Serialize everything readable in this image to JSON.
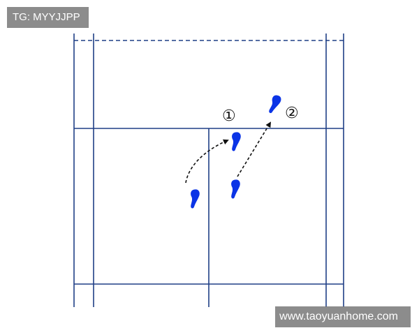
{
  "watermark_top": "TG: MYYJJPP",
  "watermark_bottom": "www.taoyuanhome.com",
  "steps": [
    {
      "label": "①"
    },
    {
      "label": "②"
    }
  ],
  "colors": {
    "court_line": "#1f3f86",
    "footprint": "#0b34e6",
    "arrow": "#111111",
    "watermark_bg": "#787878"
  }
}
